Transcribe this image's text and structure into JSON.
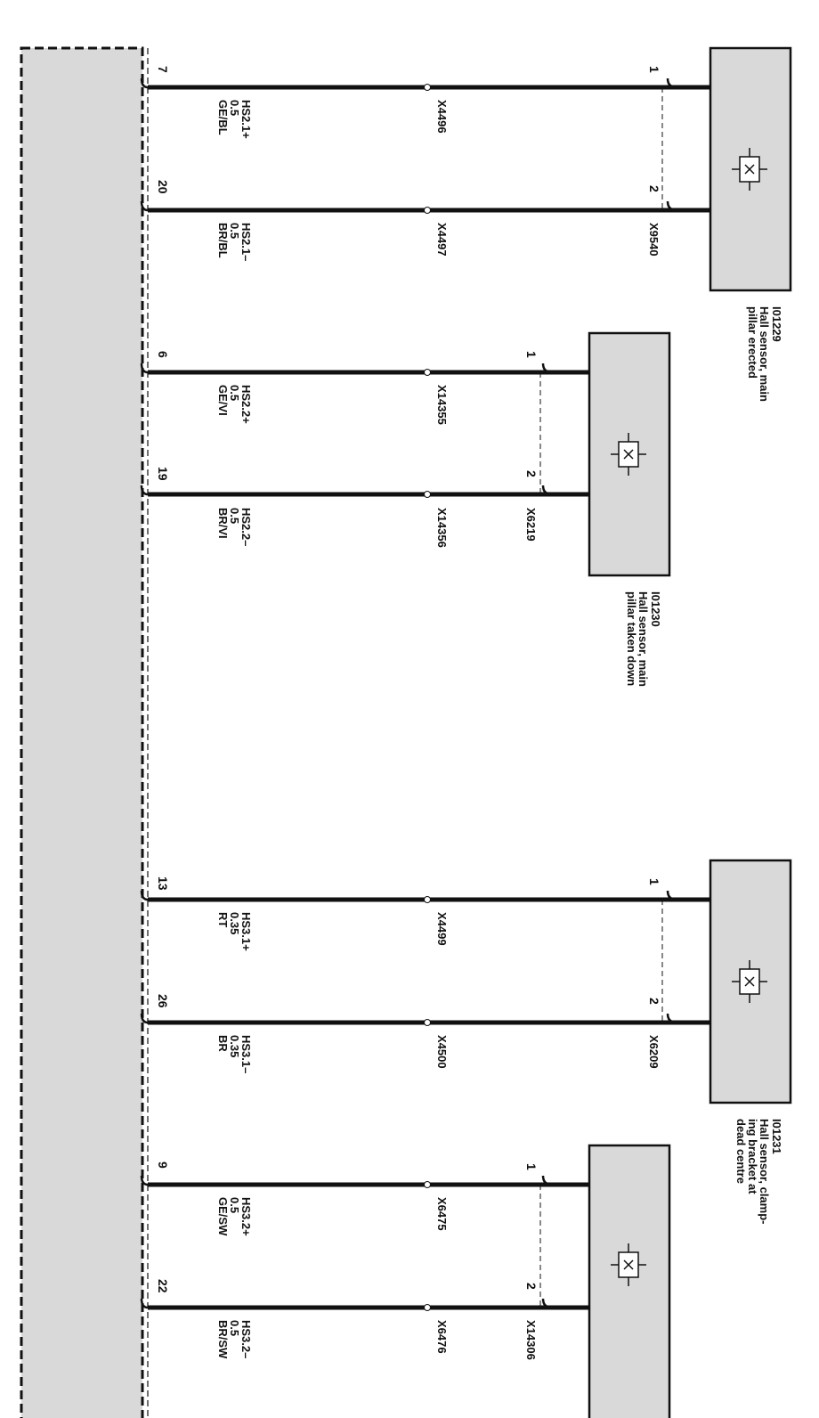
{
  "components": [
    {
      "id": "I01229",
      "name_lines": [
        "Hall sensor, main",
        "pillar erected"
      ]
    },
    {
      "id": "I01230",
      "name_lines": [
        "Hall sensor, main",
        "pillar taken down"
      ]
    },
    {
      "id": "I01231",
      "name_lines": [
        "Hall sensor, clamp-",
        "ing bracket at",
        "dead centre"
      ]
    }
  ],
  "connectors": [
    "X9540",
    "X6219",
    "X6209",
    "X14306"
  ],
  "wires": [
    {
      "ecu_pin": "7",
      "sensor_pin": "1",
      "signal": "HS2.1+",
      "size": "0.5",
      "color": "GE/BL",
      "wire_id": "X4496"
    },
    {
      "ecu_pin": "20",
      "sensor_pin": "2",
      "signal": "HS2.1–",
      "size": "0.5",
      "color": "BR/BL",
      "wire_id": "X4497"
    },
    {
      "ecu_pin": "6",
      "sensor_pin": "1",
      "signal": "HS2.2+",
      "size": "0.5",
      "color": "GE/VI",
      "wire_id": "X14355"
    },
    {
      "ecu_pin": "19",
      "sensor_pin": "2",
      "signal": "HS2.2–",
      "size": "0.5",
      "color": "BR/VI",
      "wire_id": "X14356"
    },
    {
      "ecu_pin": "13",
      "sensor_pin": "1",
      "signal": "HS3.1+",
      "size": "0.35",
      "color": "RT",
      "wire_id": "X4499"
    },
    {
      "ecu_pin": "26",
      "sensor_pin": "2",
      "signal": "HS3.1–",
      "size": "0.35",
      "color": "BR",
      "wire_id": "X4500"
    },
    {
      "ecu_pin": "9",
      "sensor_pin": "1",
      "signal": "HS3.2+",
      "size": "0.5",
      "color": "GE/SW",
      "wire_id": "X6475"
    },
    {
      "ecu_pin": "22",
      "sensor_pin": "2",
      "signal": "HS3.2–",
      "size": "0.5",
      "color": "BR/SW",
      "wire_id": "X6476"
    }
  ],
  "colors": {
    "box_fill": "#d9d9d9",
    "line": "#111111"
  }
}
